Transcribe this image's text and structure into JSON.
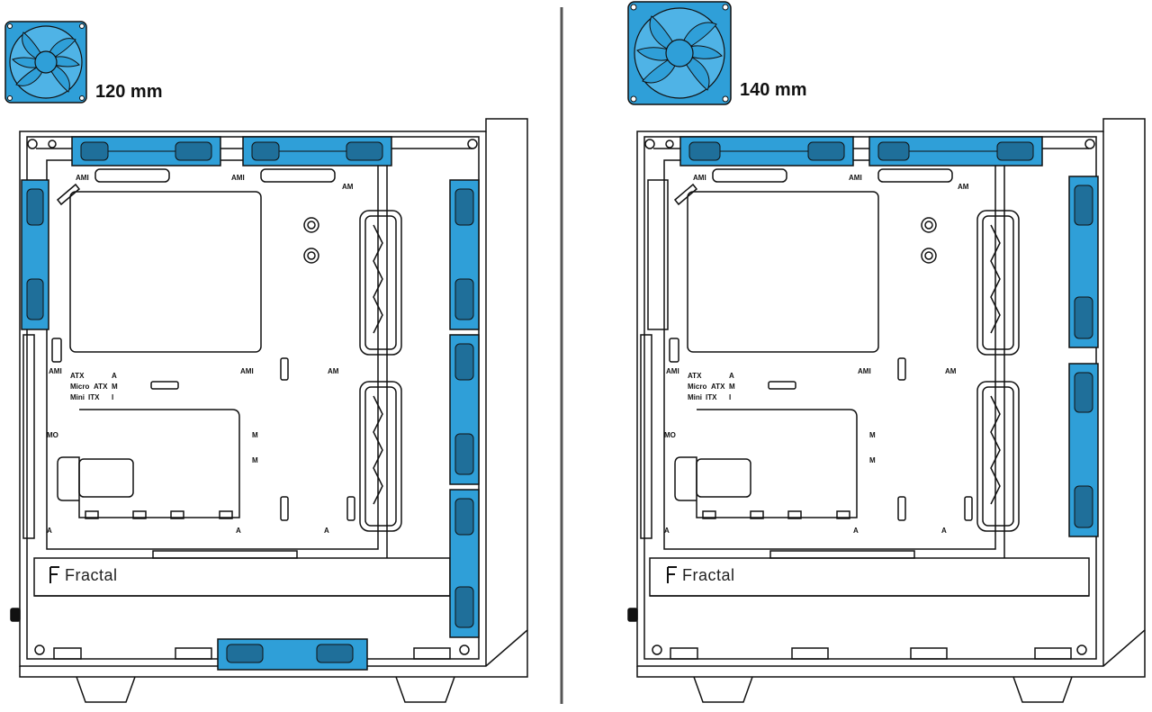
{
  "panels": [
    {
      "id": "left",
      "fan_size_label": "120 mm",
      "brand": "Fractal",
      "labels": {
        "ami": "AMI",
        "am": "AM",
        "mo": "MO",
        "m": "M",
        "a": "A",
        "atx": "ATX",
        "micro": "Micro",
        "micro_atx": "ATX",
        "mini": "Mini",
        "mini_itx": "ITX",
        "code_a": "A",
        "code_m": "M",
        "code_i": "I"
      }
    },
    {
      "id": "right",
      "fan_size_label": "140 mm",
      "brand": "Fractal",
      "labels": {
        "ami": "AMI",
        "am": "AM",
        "mo": "MO",
        "m": "M",
        "a": "A",
        "atx": "ATX",
        "micro": "Micro",
        "micro_atx": "ATX",
        "mini": "Mini",
        "mini_itx": "ITX",
        "code_a": "A",
        "code_m": "M",
        "code_i": "I"
      }
    }
  ],
  "colors": {
    "fan": "#2f9fd8",
    "fan_dark": "#1f6f9a",
    "line": "#111111",
    "divider": "#555555"
  }
}
